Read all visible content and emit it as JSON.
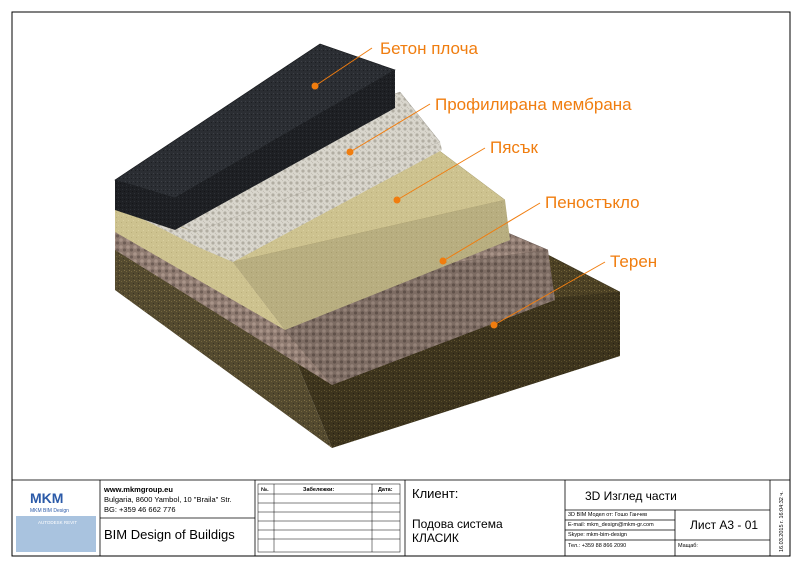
{
  "layers": [
    {
      "id": "beton",
      "label": "Бетон плоча",
      "color": "#2a2d31"
    },
    {
      "id": "membrana",
      "label": "Профилирана мембрана",
      "color": "#d8d5cc"
    },
    {
      "id": "pyasak",
      "label": "Пясък",
      "color": "#cbc08e"
    },
    {
      "id": "penostaklo",
      "label": "Пеностъкло",
      "color": "#8e7a70"
    },
    {
      "id": "teren",
      "label": "Терен",
      "color": "#4a3f22"
    }
  ],
  "accent_color": "#f07d0f",
  "title_block": {
    "company": {
      "logo_text": "MKM",
      "logo_sub": "MKM BIM Design",
      "badge_text": "AUTODESK REVIT",
      "website": "www.mkmgroup.eu",
      "address": "Bulgaria, 8600 Yambol, 10 \"Braila\" Str.",
      "phone": "BG: +359 46  662 776",
      "tagline": "BIM Design of Buildigs"
    },
    "notes": {
      "col_no": "№.",
      "col_notes": "Забележки:",
      "col_date": "Дата:"
    },
    "client": {
      "label": "Клиент:",
      "project_line1": "Подова система",
      "project_line2": "КЛАСИК"
    },
    "sheet": {
      "view_title": "3D Изглед части",
      "model_by": "3D BIM Модел от:   Гошо Ганчев",
      "email": "E-mail: mkm_design@mkm-gr.com",
      "skype": "Skype: mkm-bim-design",
      "tel": "Тел.: +359 88 866 2090",
      "sheet_no": "Лист A3 - 01",
      "scale_label": "Мащаб:",
      "timestamp": "16.03.2015 г. 16:04:32 ч."
    }
  }
}
